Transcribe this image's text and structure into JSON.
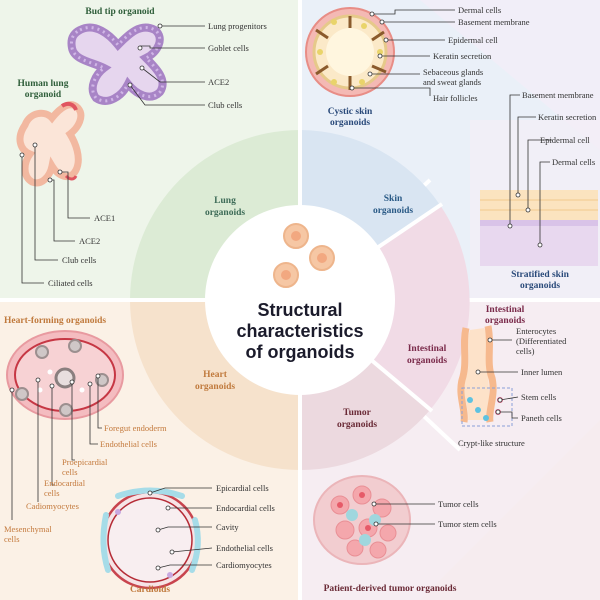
{
  "center": {
    "title_lines": [
      "Structural",
      "characteristics",
      "of organoids"
    ]
  },
  "sectors": {
    "lung": {
      "label_lines": [
        "Lung",
        "organoids"
      ],
      "color": "#3d6b57"
    },
    "skin": {
      "label_lines": [
        "Skin",
        "organoids"
      ],
      "color": "#2a5a86"
    },
    "intestinal": {
      "label_lines": [
        "Intestinal",
        "organoids"
      ],
      "color": "#7a2a4a"
    },
    "tumor": {
      "label_lines": [
        "Tumor",
        "organoids"
      ],
      "color": "#6a2a36"
    },
    "heart": {
      "label_lines": [
        "Heart",
        "organoids"
      ],
      "color": "#c07a3d"
    }
  },
  "panels": {
    "bud_tip": {
      "title": "Bud tip organoid",
      "labels": [
        "Lung progenitors",
        "Goblet cells",
        "ACE2",
        "Club cells"
      ]
    },
    "human_lung": {
      "title_lines": [
        "Human lung",
        "organoid"
      ],
      "labels": [
        "ACE1",
        "ACE2",
        "Club cells",
        "Ciliated cells"
      ]
    },
    "cystic_skin": {
      "title_lines": [
        "Cystic skin",
        "organoids"
      ],
      "labels": [
        "Dermal cells",
        "Basement membrane",
        "Epidermal cell",
        "Keratin secretion",
        "Sebaceous glands",
        "and sweat glands",
        "Hair follicles"
      ]
    },
    "stratified_skin": {
      "title_lines": [
        "Stratified skin",
        "organoids"
      ],
      "labels": [
        "Basement membrane",
        "Keratin secretion",
        "Epidermal cell",
        "Dermal cells"
      ]
    },
    "intestinal": {
      "title_lines": [
        "Intestinal",
        "organoids"
      ],
      "labels": [
        "Enterocytes",
        "(Differentiated",
        "cells)",
        "Inner lumen",
        "Stem cells",
        "Paneth cells",
        "Crypt-like structure"
      ]
    },
    "tumor": {
      "title": "Patient-derived tumor organoids",
      "labels": [
        "Tumor cells",
        "Tumor stem cells"
      ]
    },
    "cardioids": {
      "title": "Cardioids",
      "labels": [
        "Epicardial cells",
        "Endocardial cells",
        "Cavity",
        "Endothelial cells",
        "Cardiomyocytes"
      ]
    },
    "heart_forming": {
      "title": "Heart-forming organoids",
      "labels": [
        "Foregut endoderm",
        "Endothelial cells",
        "Proepicardial",
        "cells",
        "Endocardial",
        "cells",
        "Cadiomyocytes",
        "Mesenchymal",
        "cells"
      ]
    }
  },
  "colors": {
    "lung_bg": "#eef5ea",
    "skin_bg": "#eaf0f8",
    "intestinal_bg": "#f8eef3",
    "tumor_bg": "#f5eaee",
    "heart_bg": "#fbf1e6",
    "lung_ring": "#dcebd5",
    "skin_ring": "#d6e3f1",
    "intestinal_ring": "#f1dbe6",
    "tumor_ring": "#ecd9df",
    "heart_ring": "#f6e2cc"
  }
}
